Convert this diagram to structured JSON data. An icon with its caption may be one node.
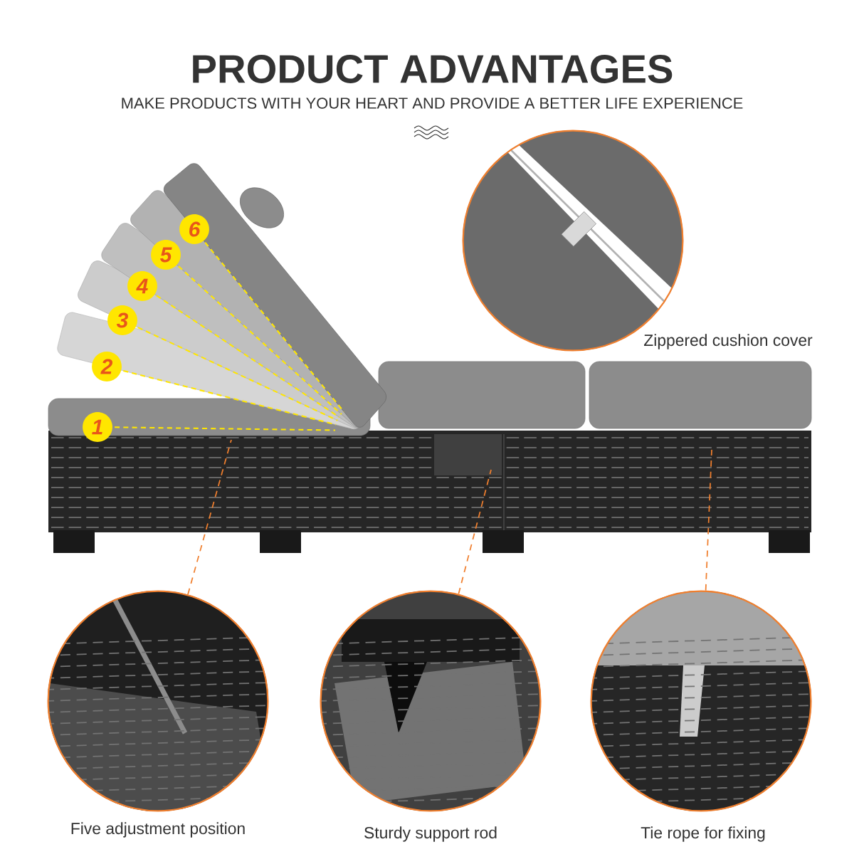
{
  "diagram": {
    "title": "PRODUCT ADVANTAGES",
    "nodes": [
      {
        "text": [],
        "shape": "picture"
      },
      {
        "text": [
          "1"
        ],
        "in": 0
      },
      {
        "text": [
          "2"
        ],
        "in": 0
      },
      {
        "text": [
          "3"
        ],
        "in": 0
      },
      {
        "text": [
          "4"
        ],
        "in": 0
      },
      {
        "text": [
          "5"
        ],
        "in": 0
      },
      {
        "text": [
          "6"
        ],
        "in": 0
      },
      {
        "text": [],
        "shape": "picture",
        "beside": [
          "Zippered cushion cover"
        ]
      },
      {
        "text": [],
        "shape": "picture",
        "beside": [
          "Five adjustment position"
        ]
      },
      {
        "text": [],
        "shape": "picture",
        "beside": [
          "Sturdy support rod"
        ]
      },
      {
        "text": [],
        "shape": "picture",
        "beside": [
          "Tie rope for fixing"
        ]
      }
    ],
    "edges": [
      {
        "from": 8,
        "to": null,
        "arrow": "none",
        "style": "dashed"
      },
      {
        "from": 9,
        "to": null,
        "arrow": "none",
        "style": "dashed"
      },
      {
        "from": 10,
        "to": null,
        "arrow": "none",
        "style": "dashed"
      }
    ],
    "labels": [
      "MAKE PRODUCTS WITH YOUR HEART AND PROVIDE A BETTER LIFE EXPERIENCE"
    ]
  }
}
